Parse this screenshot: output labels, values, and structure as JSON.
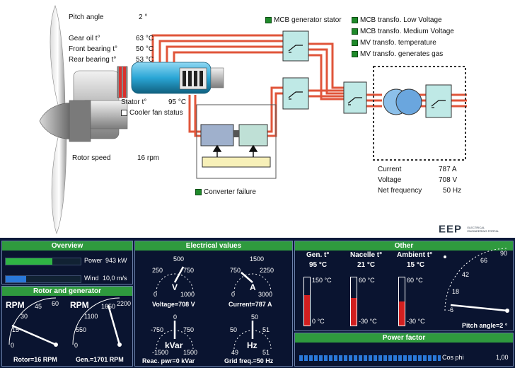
{
  "turbine": {
    "pitch_angle_label": "Pitch angle",
    "pitch_angle_value": "2 °",
    "gear_oil_label": "Gear oil t°",
    "gear_oil_value": "63 °C",
    "front_bearing_label": "Front bearing t°",
    "front_bearing_value": "50 °C",
    "rear_bearing_label": "Rear bearing t°",
    "rear_bearing_value": "53 °C",
    "stator_label": "Stator t°",
    "stator_value": "95 °C",
    "cooler_fan_label": "Cooler fan status",
    "rotor_speed_label": "Rotor speed",
    "rotor_speed_value": "16 rpm",
    "converter_failure_label": "Converter failure"
  },
  "status": {
    "mcb_generator_stator": "MCB generator stator",
    "mcb_transfo_low": "MCB transfo. Low Voltage",
    "mcb_transfo_medium": "MCB transfo. Medium Voltage",
    "mv_transfo_temp": "MV transfo. temperature",
    "mv_transfo_gas": "MV transfo. generates gas"
  },
  "grid": {
    "current_label": "Current",
    "current_value": "787 A",
    "voltage_label": "Voltage",
    "voltage_value": "708 V",
    "freq_label": "Net frequency",
    "freq_value": "50 Hz"
  },
  "logo": {
    "text": "EEP",
    "sub1": "ELECTRICAL",
    "sub2": "ENGINEERING PORTAL"
  },
  "overview": {
    "title": "Overview",
    "power_label": "Power",
    "power_value": "943 kW",
    "wind_label": "Wind",
    "wind_value": "10,0 m/s",
    "power_level": 0.62,
    "wind_level": 0.27
  },
  "rotor": {
    "title": "Rotor and generator",
    "rpm_label": "RPM",
    "rotor_ticks": [
      "0",
      "15",
      "30",
      "45",
      "60"
    ],
    "gen_ticks": [
      "0",
      "550",
      "1100",
      "1650",
      "2200"
    ],
    "rotor_caption": "Rotor=16 RPM",
    "gen_caption": "Gen.=1701 RPM"
  },
  "electrical": {
    "title": "Electrical values",
    "v_unit": "V",
    "a_unit": "A",
    "kvar_unit": "kVar",
    "hz_unit": "Hz",
    "v_ticks": [
      "0",
      "250",
      "500",
      "750",
      "1000"
    ],
    "a_ticks": [
      "0",
      "750",
      "1500",
      "2250",
      "3000"
    ],
    "kvar_ticks": [
      "-1500",
      "-750",
      "0",
      "750",
      "1500"
    ],
    "hz_ticks": [
      "49",
      "50",
      "50",
      "51",
      "51"
    ],
    "v_caption": "Voltage=708 V",
    "a_caption": "Current=787 A",
    "kvar_caption": "Reac. pwr=0 kVar",
    "hz_caption": "Grid freq.=50 Hz"
  },
  "other": {
    "title": "Other",
    "gen_t_label": "Gen. t°",
    "gen_t_value": "95 °C",
    "nacelle_label": "Nacelle t°",
    "nacelle_value": "21 °C",
    "ambient_label": "Ambient t°",
    "ambient_value": "15 °C",
    "gen_max": "150 °C",
    "gen_min": "0 °C",
    "nac_max": "60 °C",
    "nac_min": "-30 °C",
    "amb_max": "60 °C",
    "amb_min": "-30 °C",
    "pitch_ticks": [
      "-6",
      "18",
      "42",
      "66",
      "90"
    ],
    "pitch_caption": "Pitch angle=2 °",
    "gen_level": 0.63,
    "nac_level": 0.57,
    "amb_level": 0.5
  },
  "pf": {
    "title": "Power factor",
    "label": "Cos phi",
    "value": "1,00",
    "level": 1.0
  },
  "colors": {
    "panel_title": "#2f9a3e",
    "cable": "#e0553a",
    "generator": "#2aa6d6",
    "thermo_fill": "#d21f1f"
  }
}
